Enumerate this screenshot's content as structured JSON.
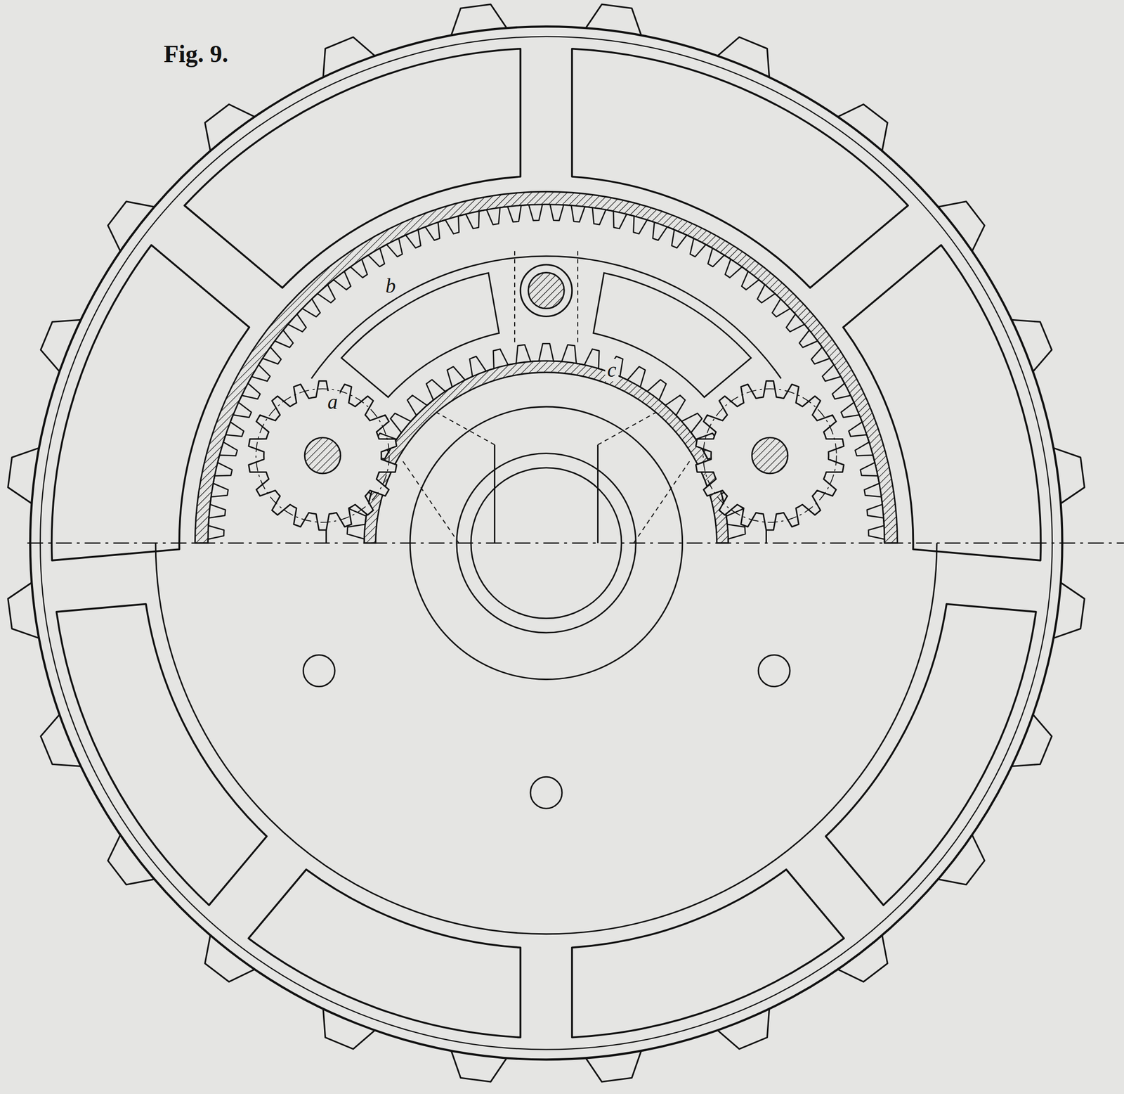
{
  "diagram": {
    "labels": [
      "Fig. 9.",
      "a",
      "b",
      "c"
    ]
  }
}
